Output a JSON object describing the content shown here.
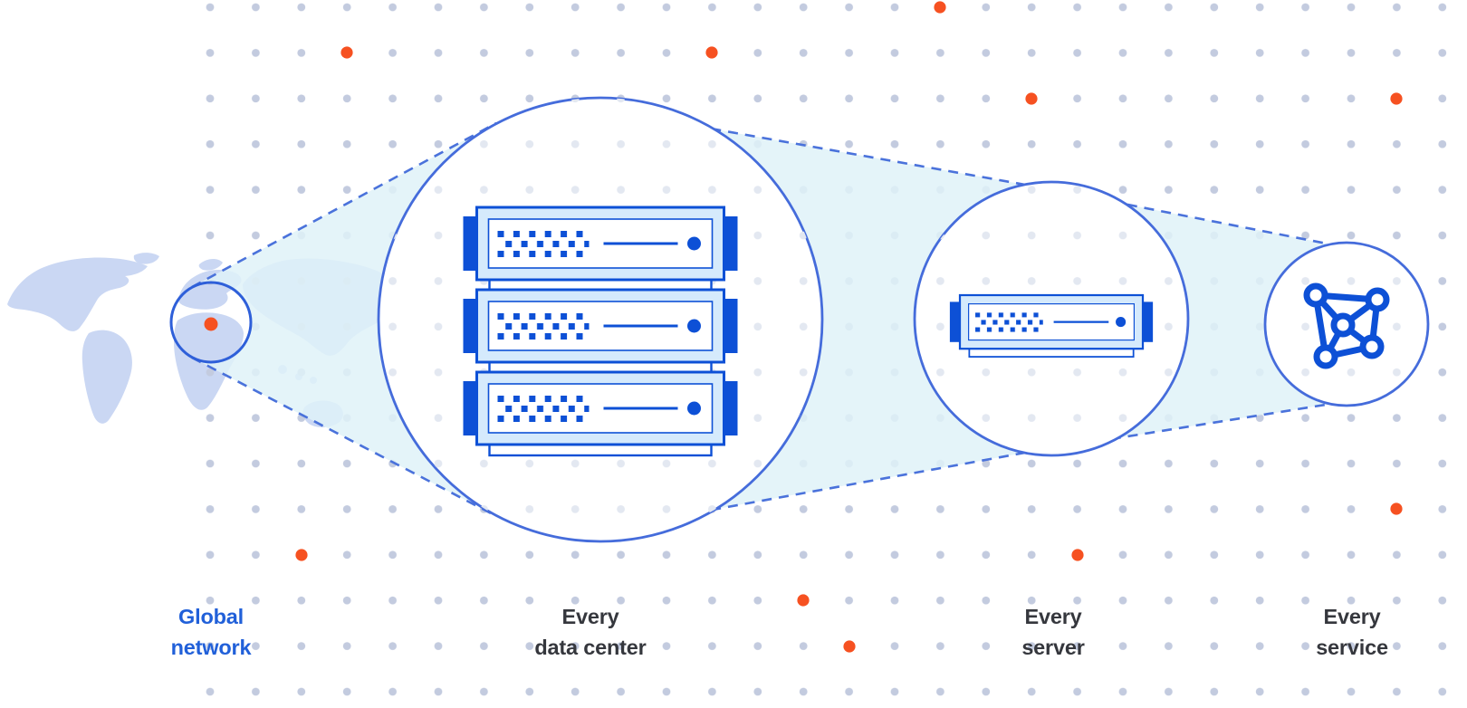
{
  "figure": {
    "kind": "network-zoom-diagram",
    "description_icons": [
      "world-map-with-location-marker",
      "server-rack-3-units",
      "server-rack-1-unit",
      "network-mesh"
    ]
  },
  "stages": [
    {
      "id": "global-network",
      "icon": "world-map-location-circle",
      "label_line1": "Global",
      "label_line2": "network"
    },
    {
      "id": "data-center",
      "icon": "server-rack-3u",
      "label_line1": "Every",
      "label_line2": "data center"
    },
    {
      "id": "server",
      "icon": "server-rack-1u",
      "label_line1": "Every",
      "label_line2": "server"
    },
    {
      "id": "service",
      "icon": "network-mesh",
      "label_line1": "Every",
      "label_line2": "service"
    }
  ],
  "theme": {
    "background": "#ffffff",
    "accent_orange": "#f65121",
    "deep_blue": "#0d50d6",
    "pale_blue": "#d5eafc",
    "circle_stroke": "#456cdb",
    "map_circle_stroke": "#2e5fd9",
    "dash_blue": "#4a72db",
    "cone_fill": "#dff2f8",
    "grid_dot": "#c3cbdf",
    "grid_dot_faint": "#e3e8f1",
    "map_fill": "#cad7f3",
    "label_dark": "#35373d",
    "label_blue": "#2160d9"
  }
}
